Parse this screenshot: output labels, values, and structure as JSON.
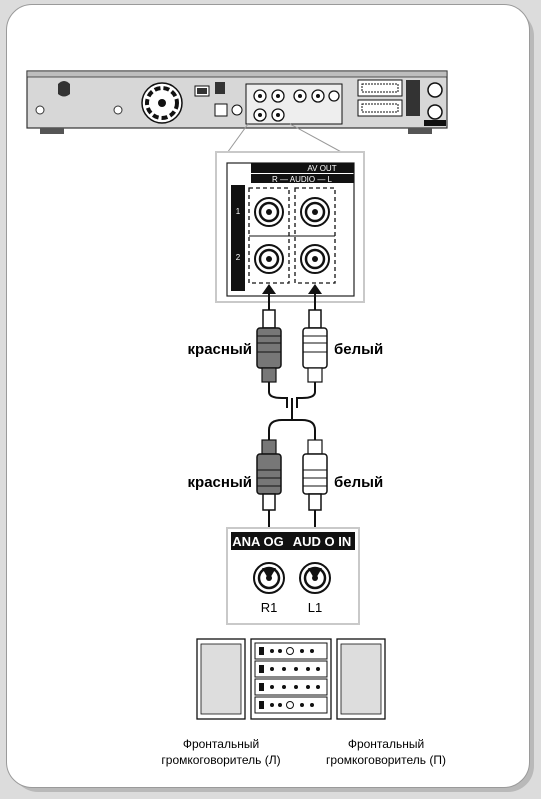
{
  "panel": {
    "title": "AV OUT",
    "audio_label": "R — AUDIO — L",
    "row1": "1",
    "row2": "2"
  },
  "cables": {
    "left_top_label": "красный",
    "right_top_label": "белый",
    "left_bottom_label": "красный",
    "right_bottom_label": "белый"
  },
  "amplifier": {
    "input_label_left": "ANA OG",
    "input_label_right": "AUD O IN",
    "jack_left": "R1",
    "jack_right": "L1"
  },
  "speakers": {
    "left_line1": "Фронтальный",
    "left_line2": "громкоговоритель (Л)",
    "right_line1": "Фронтальный",
    "right_line2": "громкоговоритель (П)"
  },
  "colors": {
    "red_plug": "#777777",
    "white_plug": "#ffffff",
    "device": "#d7d7d7"
  }
}
